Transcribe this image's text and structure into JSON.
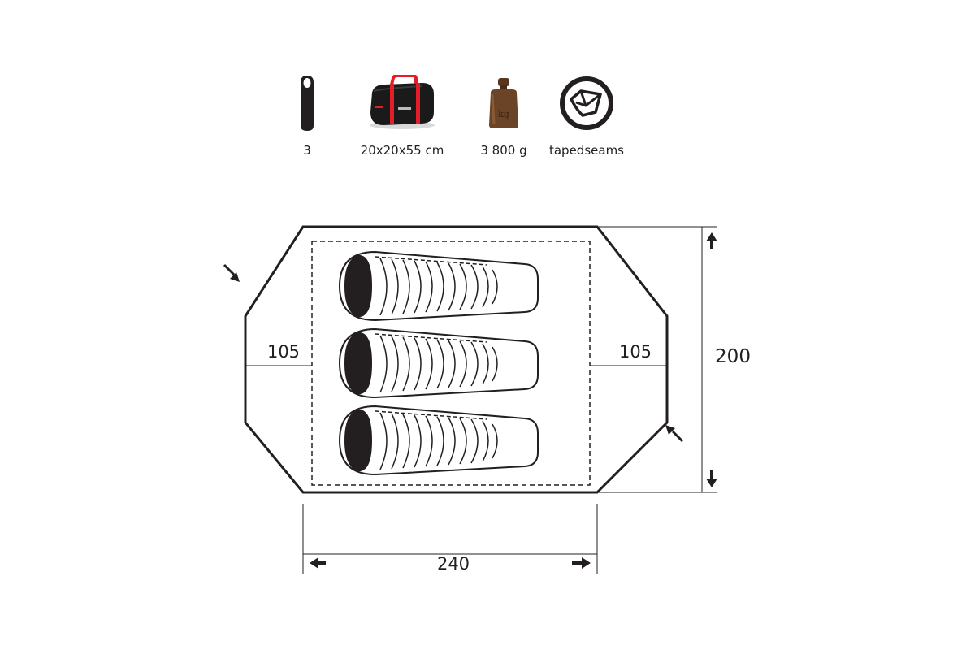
{
  "specs": {
    "persons": {
      "value": "3",
      "icon": "sleeping-bag-icon"
    },
    "packed_size": {
      "value": "20x20x55 cm",
      "icon": "carry-bag-icon"
    },
    "weight": {
      "value": "3 800 g",
      "icon": "weight-icon",
      "icon_text": "kg"
    },
    "seams": {
      "value": "tapedseams",
      "icon": "taped-seams-icon"
    }
  },
  "floor_plan": {
    "left_vestibule_depth": "105",
    "right_vestibule_depth": "105",
    "inner_width": "240",
    "height": "200",
    "sleeping_bags": 3
  },
  "colors": {
    "ink": "#231f20",
    "bag_accent": "#e41e26",
    "bag_body": "#1a1a1a",
    "weight_bronze": "#6b4326"
  }
}
